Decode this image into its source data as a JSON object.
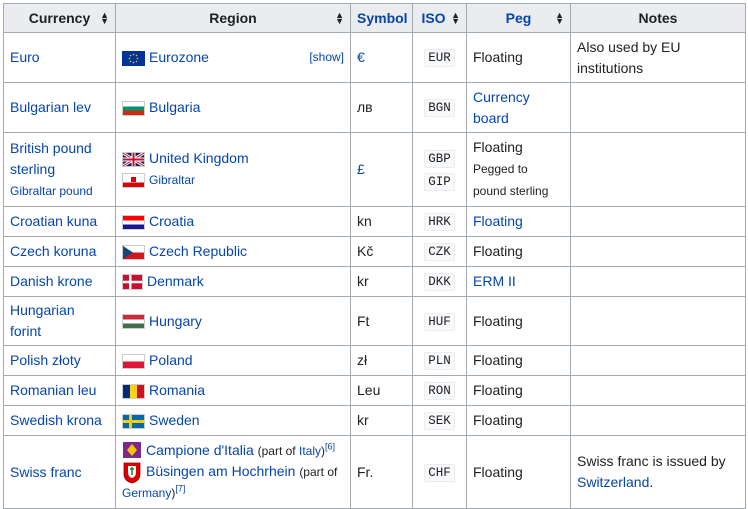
{
  "headers": {
    "currency": "Currency",
    "region": "Region",
    "symbol": "Symbol",
    "iso": "ISO",
    "peg": "Peg",
    "notes": "Notes"
  },
  "show_label": "[show]",
  "rows": [
    {
      "currency": "Euro",
      "region": "Eurozone",
      "symbol": "€",
      "iso": "EUR",
      "peg": "Floating",
      "notes": "Also used by EU institutions"
    },
    {
      "currency": "Bulgarian lev",
      "region": "Bulgaria",
      "symbol": "лв",
      "iso": "BGN",
      "peg": "Currency board",
      "notes": ""
    },
    {
      "currency": "British pound sterling",
      "currency_sub": "Gibraltar pound",
      "region": "United Kingdom",
      "region_sub": "Gibraltar",
      "symbol": "£",
      "iso": "GBP",
      "iso_sub": "GIP",
      "peg": "Floating",
      "peg_sub": "Pegged to pound sterling",
      "notes": ""
    },
    {
      "currency": "Croatian kuna",
      "region": "Croatia",
      "symbol": "kn",
      "iso": "HRK",
      "peg": "Floating",
      "notes": ""
    },
    {
      "currency": "Czech koruna",
      "region": "Czech Republic",
      "symbol": "Kč",
      "iso": "CZK",
      "peg": "Floating",
      "notes": ""
    },
    {
      "currency": "Danish krone",
      "region": "Denmark",
      "symbol": "kr",
      "iso": "DKK",
      "peg": "ERM II",
      "notes": ""
    },
    {
      "currency": "Hungarian forint",
      "region": "Hungary",
      "symbol": "Ft",
      "iso": "HUF",
      "peg": "Floating",
      "notes": ""
    },
    {
      "currency": "Polish złoty",
      "region": "Poland",
      "symbol": "zł",
      "iso": "PLN",
      "peg": "Floating",
      "notes": ""
    },
    {
      "currency": "Romanian leu",
      "region": "Romania",
      "symbol": "Leu",
      "iso": "RON",
      "peg": "Floating",
      "notes": ""
    },
    {
      "currency": "Swedish krona",
      "region": "Sweden",
      "symbol": "kr",
      "iso": "SEK",
      "peg": "Floating",
      "notes": ""
    },
    {
      "currency": "Swiss franc",
      "region": "Campione d'Italia",
      "region_part": "(part of ",
      "region_part_link": "Italy",
      "region_part_end": ")",
      "region_ref": "[6]",
      "region2": "Büsingen am Hochrhein",
      "region2_part": "(part of ",
      "region2_part_link": "Germany",
      "region2_part_end": ")",
      "region2_ref": "[7]",
      "symbol": "Fr.",
      "iso": "CHF",
      "peg": "Floating",
      "notes_text": "Swiss franc is issued by ",
      "notes_link": "Switzerland",
      "notes_end": "."
    }
  ],
  "icons": [
    "sort-icon",
    "eu-flag-icon",
    "bulgaria-flag-icon",
    "uk-flag-icon",
    "gibraltar-flag-icon",
    "croatia-flag-icon",
    "czech-flag-icon",
    "denmark-flag-icon",
    "hungary-flag-icon",
    "poland-flag-icon",
    "romania-flag-icon",
    "sweden-flag-icon",
    "campione-coa-icon",
    "busingen-coa-icon"
  ]
}
